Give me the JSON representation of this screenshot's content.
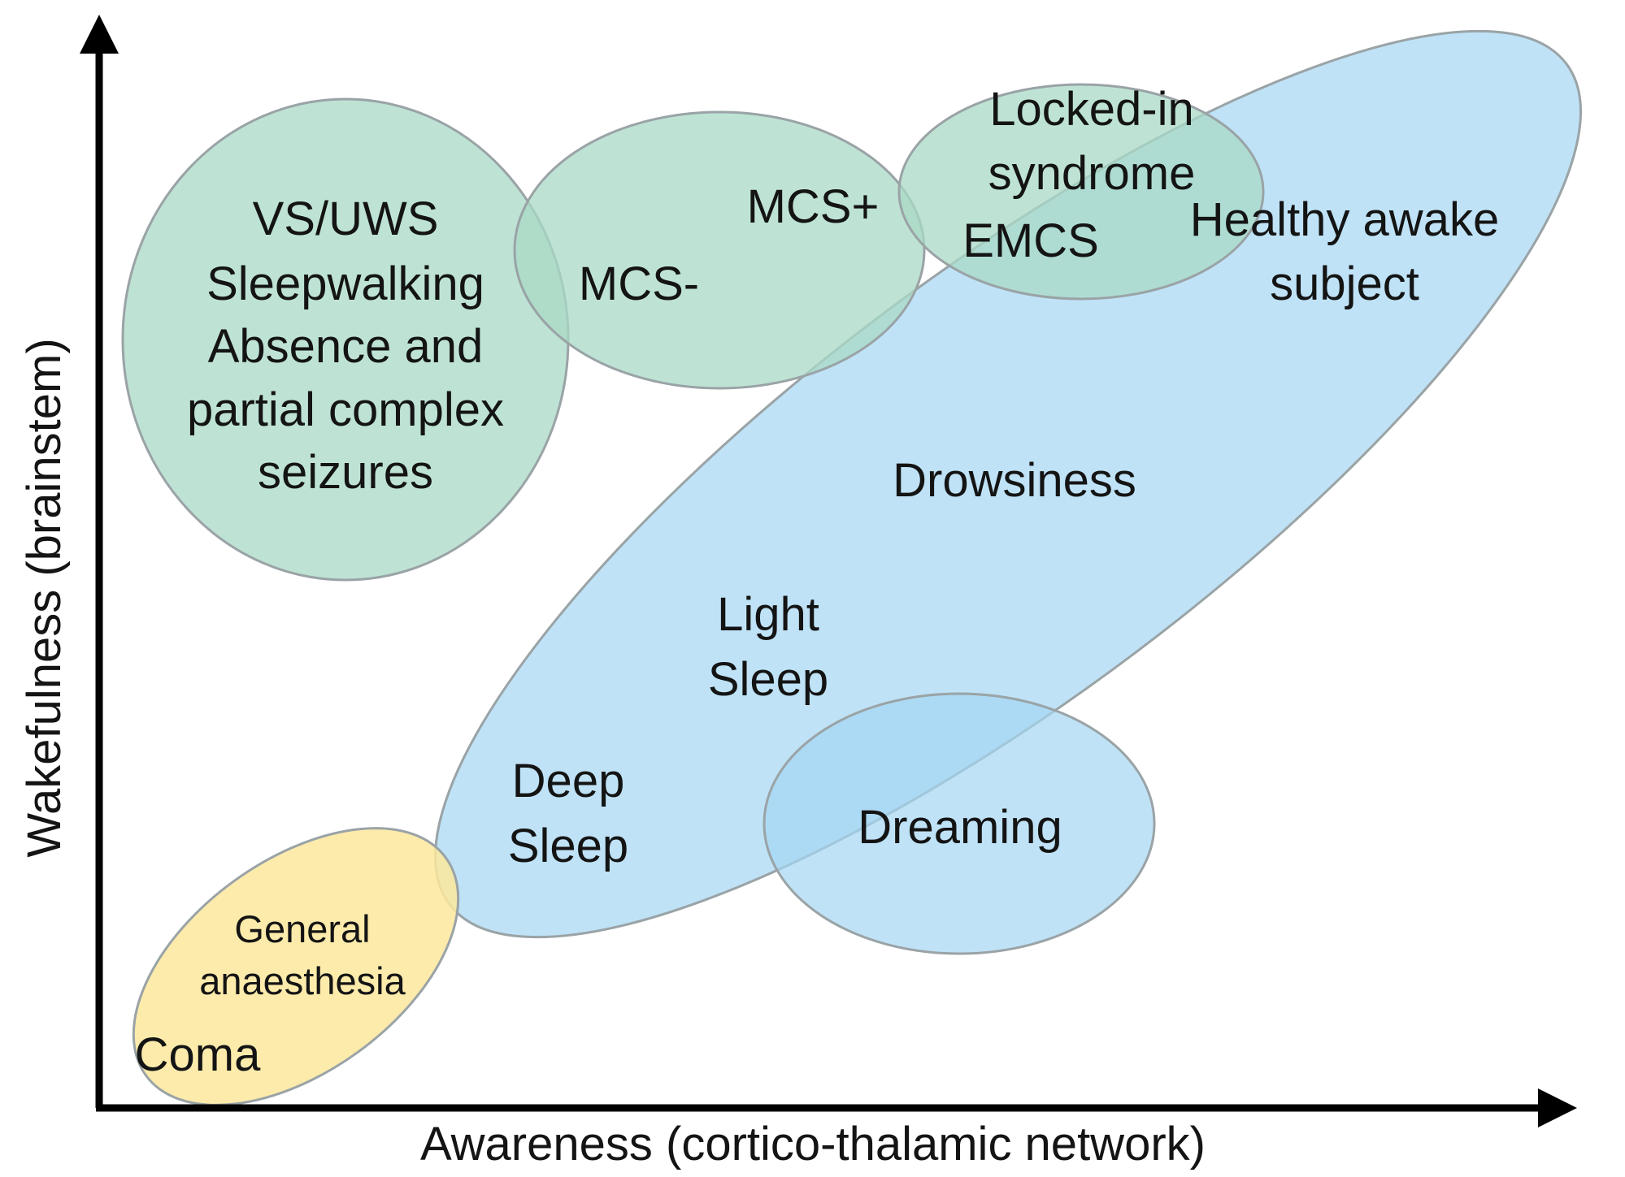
{
  "axes": {
    "y_label": "Wakefulness (brainstem)",
    "x_label": "Awareness (cortico-thalamic network)"
  },
  "colors": {
    "green_region": "#a8d9c6",
    "blue_region": "#a4d6f2",
    "yellow_region": "#fce79c",
    "axis": "#000000"
  },
  "regions": {
    "vs_uws": {
      "lines": [
        "VS/UWS",
        "Sleepwalking",
        "Absence and",
        "partial complex",
        "seizures"
      ]
    },
    "mcs": {
      "minus": "MCS-",
      "plus": "MCS+"
    },
    "locked_in": {
      "lines": [
        "Locked-in",
        "syndrome",
        "EMCS"
      ]
    },
    "healthy": {
      "lines": [
        "Healthy awake",
        "subject"
      ]
    },
    "drowsiness": "Drowsiness",
    "light_sleep": {
      "lines": [
        "Light",
        "Sleep"
      ]
    },
    "deep_sleep": {
      "lines": [
        "Deep",
        "Sleep"
      ]
    },
    "dreaming": "Dreaming",
    "anaesthesia": {
      "lines": [
        "General",
        "anaesthesia"
      ]
    },
    "coma": "Coma"
  }
}
